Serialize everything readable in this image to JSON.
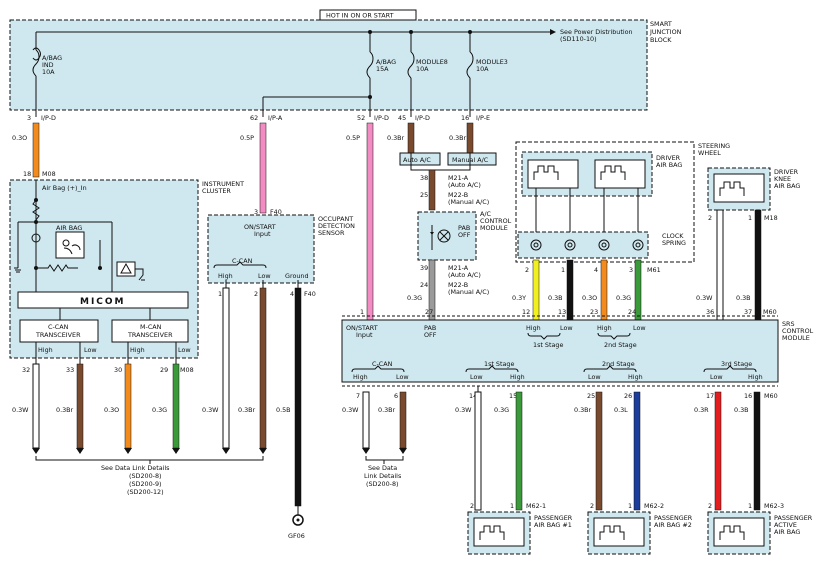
{
  "title_banner": "HOT IN ON OR START",
  "smart_junction_block": "SMART JUNCTION BLOCK",
  "see_power": "See Power Distribution",
  "see_power_ref": "(SD110-10)",
  "fuses": {
    "abag_ind": [
      "A/BAG",
      "IND",
      "10A"
    ],
    "abag": [
      "A/BAG",
      "15A"
    ],
    "module8": [
      "MODULE8",
      "10A"
    ],
    "module3": [
      "MODULE3",
      "10A"
    ]
  },
  "pins_top": {
    "p3": "3",
    "ipd1": "I/P-D",
    "p62": "62",
    "ipa": "I/P-A",
    "p52": "52",
    "ipd2": "I/P-D",
    "p45": "45",
    "ipd3": "I/P-D",
    "p16": "16",
    "ipe": "I/P-E"
  },
  "wires": {
    "w03o_a": "0.3O",
    "w05p_a": "0.5P",
    "w05p_b": "0.5P",
    "w03br_a": "0.3Br",
    "w03br_b": "0.3Br",
    "w03y": "0.3Y",
    "w03b_a": "0.3B",
    "w03o_b": "0.3O",
    "w03g_a": "0.3G",
    "w03w_a": "0.3W",
    "w03b_b": "0.3B",
    "w03g_b": "0.3G",
    "w03w_b": "0.3W",
    "w03br_c": "0.3Br",
    "w03o_c": "0.3O",
    "w03g_c": "0.3G",
    "w03w_c": "0.3W",
    "w03br_d": "0.3Br",
    "w05b": "0.5B",
    "w03w_d": "0.3W",
    "w03br_e": "0.3Br",
    "w03w_e": "0.3W",
    "w03g_d": "0.3G",
    "w03br_f": "0.3Br",
    "w03l": "0.3L",
    "w03r": "0.3R",
    "w03b_c": "0.3B"
  },
  "auto_ac": "Auto A/C",
  "manual_ac": "Manual A/C",
  "m21_top": [
    "38",
    "M21-A",
    "(Auto A/C)",
    "25",
    "M22-B",
    "(Manual A/C)"
  ],
  "m21_bot": [
    "39",
    "M21-A",
    "(Auto A/C)",
    "24",
    "M22-B",
    "(Manual A/C)"
  ],
  "ac_module": [
    "A/C",
    "CONTROL",
    "MODULE"
  ],
  "pab_off": [
    "PAB",
    "OFF"
  ],
  "instrument_cluster": [
    "INSTRUMENT",
    "CLUSTER"
  ],
  "ic_pins": {
    "p18": "18",
    "m08": "M08",
    "airbag_in": "Air Bag (+)_In"
  },
  "airbag_lamp": "AIR BAG",
  "micom": "MICOM",
  "ccan_tx": [
    "C-CAN",
    "TRANSCEIVER"
  ],
  "mcan_tx": [
    "M-CAN",
    "TRANSCEIVER"
  ],
  "ic_bottom": {
    "high1": "High",
    "low1": "Low",
    "high2": "High",
    "low2": "Low",
    "p32": "32",
    "p33": "33",
    "p30": "30",
    "p29": "29",
    "m08b": "M08"
  },
  "see_data_link_1": [
    "See Data Link Details",
    "(SD200-8)",
    "(SD200-9)",
    "(SD200-12)"
  ],
  "ods": {
    "title": [
      "OCCUPANT",
      "DETECTION",
      "SENSOR"
    ],
    "p3": "3",
    "f40": "F40",
    "on_start": [
      "ON/START",
      "Input"
    ],
    "ccan": "C-CAN",
    "high": "High",
    "low": "Low",
    "ground": "Ground",
    "p1": "1",
    "p2": "2",
    "p4": "4",
    "f40b": "F40"
  },
  "gf06": "GF06",
  "steering_wheel": [
    "STEERING",
    "WHEEL"
  ],
  "driver_airbag": [
    "DRIVER",
    "AIR BAG"
  ],
  "clock_spring": [
    "CLOCK",
    "SPRING"
  ],
  "driver_knee": [
    "DRIVER",
    "KNEE",
    "AIR BAG"
  ],
  "knee_pins": {
    "p2": "2",
    "p1": "1",
    "m18": "M18"
  },
  "cs_pins": {
    "p2": "2",
    "p1": "1",
    "p4": "4",
    "p3": "3",
    "m61": "M61"
  },
  "srs": {
    "title": [
      "SRS",
      "CONTROL",
      "MODULE"
    ],
    "top_pins": {
      "p1": "1",
      "p27": "27",
      "p12": "12",
      "p13": "13",
      "p23": "23",
      "p24": "24",
      "p36": "36",
      "p37": "37",
      "m60": "M60"
    },
    "on_start": [
      "ON/START",
      "Input"
    ],
    "pab_off": [
      "PAB",
      "OFF"
    ],
    "high": "High",
    "low": "Low",
    "high2": "High",
    "low2": "Low",
    "stage1": "1st Stage",
    "stage2": "2nd Stage",
    "ccan": "C-CAN",
    "b_high": "High",
    "b_low": "Low",
    "s1": "1st Stage",
    "s1_low": "Low",
    "s1_high": "High",
    "s2": "2nd Stage",
    "s2_low": "Low",
    "s2_high": "High",
    "s3": "3rd Stage",
    "s3_low": "Low",
    "s3_high": "High",
    "bottom_pins": {
      "p7": "7",
      "p6": "6",
      "p14": "14",
      "p15": "15",
      "p25": "25",
      "p26": "26",
      "p17": "17",
      "p16": "16",
      "m60b": "M60"
    }
  },
  "see_data_link_2": [
    "See Data",
    "Link Details",
    "(SD200-8)"
  ],
  "pab1": {
    "title": [
      "PASSENGER",
      "AIR BAG #1"
    ],
    "p2": "2",
    "p1": "1",
    "conn": "M62-1"
  },
  "pab2": {
    "title": [
      "PASSENGER",
      "AIR BAG #2"
    ],
    "p2": "2",
    "p1": "1",
    "conn": "M62-2"
  },
  "pab3": {
    "title": [
      "PASSENGER",
      "ACTIVE",
      "AIR BAG"
    ],
    "p2": "2",
    "p1": "1",
    "conn": "M62-3"
  },
  "colors": {
    "orange": "#f28a1c",
    "pink": "#f28cc2",
    "brown": "#7a4a2e",
    "green": "#3a9a3a",
    "yellow": "#f1ef1f",
    "black": "#111111",
    "blue": "#1b3e9c",
    "red": "#e41e1e",
    "grey": "#9a9a9a",
    "module_fill": "#cfe8ef"
  }
}
